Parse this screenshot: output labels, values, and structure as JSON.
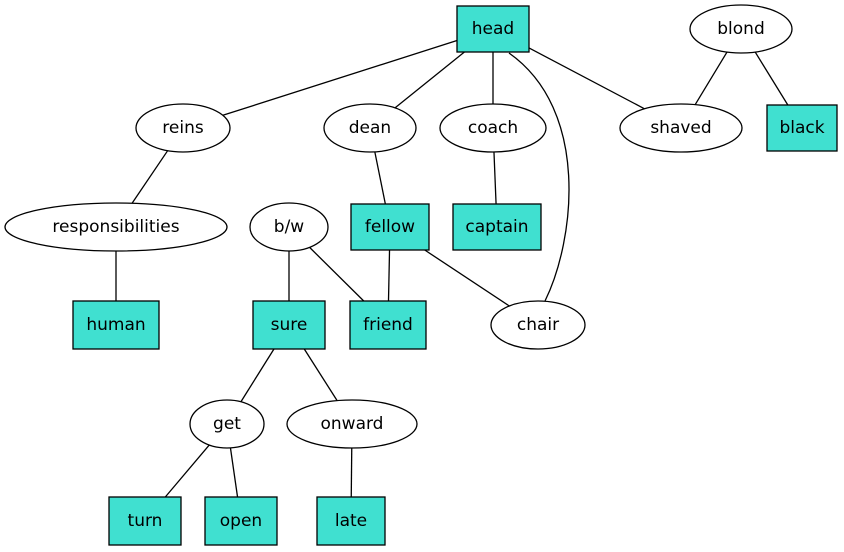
{
  "colors": {
    "box_fill": "#40e0d0",
    "ellipse_fill": "#ffffff",
    "stroke": "#000000"
  },
  "nodes": [
    {
      "id": "head",
      "label": "head",
      "shape": "box"
    },
    {
      "id": "blond",
      "label": "blond",
      "shape": "ellipse"
    },
    {
      "id": "reins",
      "label": "reins",
      "shape": "ellipse"
    },
    {
      "id": "dean",
      "label": "dean",
      "shape": "ellipse"
    },
    {
      "id": "coach",
      "label": "coach",
      "shape": "ellipse"
    },
    {
      "id": "shaved",
      "label": "shaved",
      "shape": "ellipse"
    },
    {
      "id": "black",
      "label": "black",
      "shape": "box"
    },
    {
      "id": "responsibilities",
      "label": "responsibilities",
      "shape": "ellipse"
    },
    {
      "id": "bw",
      "label": "b/w",
      "shape": "ellipse"
    },
    {
      "id": "fellow",
      "label": "fellow",
      "shape": "box"
    },
    {
      "id": "captain",
      "label": "captain",
      "shape": "box"
    },
    {
      "id": "human",
      "label": "human",
      "shape": "box"
    },
    {
      "id": "sure",
      "label": "sure",
      "shape": "box"
    },
    {
      "id": "friend",
      "label": "friend",
      "shape": "box"
    },
    {
      "id": "chair",
      "label": "chair",
      "shape": "ellipse"
    },
    {
      "id": "get",
      "label": "get",
      "shape": "ellipse"
    },
    {
      "id": "onward",
      "label": "onward",
      "shape": "ellipse"
    },
    {
      "id": "turn",
      "label": "turn",
      "shape": "box"
    },
    {
      "id": "open",
      "label": "open",
      "shape": "box"
    },
    {
      "id": "late",
      "label": "late",
      "shape": "box"
    }
  ],
  "edges": [
    [
      "head",
      "reins"
    ],
    [
      "head",
      "dean"
    ],
    [
      "head",
      "coach"
    ],
    [
      "head",
      "chair"
    ],
    [
      "head",
      "shaved"
    ],
    [
      "blond",
      "shaved"
    ],
    [
      "blond",
      "black"
    ],
    [
      "reins",
      "responsibilities"
    ],
    [
      "responsibilities",
      "human"
    ],
    [
      "dean",
      "fellow"
    ],
    [
      "coach",
      "captain"
    ],
    [
      "bw",
      "sure"
    ],
    [
      "bw",
      "friend"
    ],
    [
      "fellow",
      "friend"
    ],
    [
      "fellow",
      "chair"
    ],
    [
      "sure",
      "get"
    ],
    [
      "sure",
      "onward"
    ],
    [
      "get",
      "turn"
    ],
    [
      "get",
      "open"
    ],
    [
      "onward",
      "late"
    ]
  ]
}
